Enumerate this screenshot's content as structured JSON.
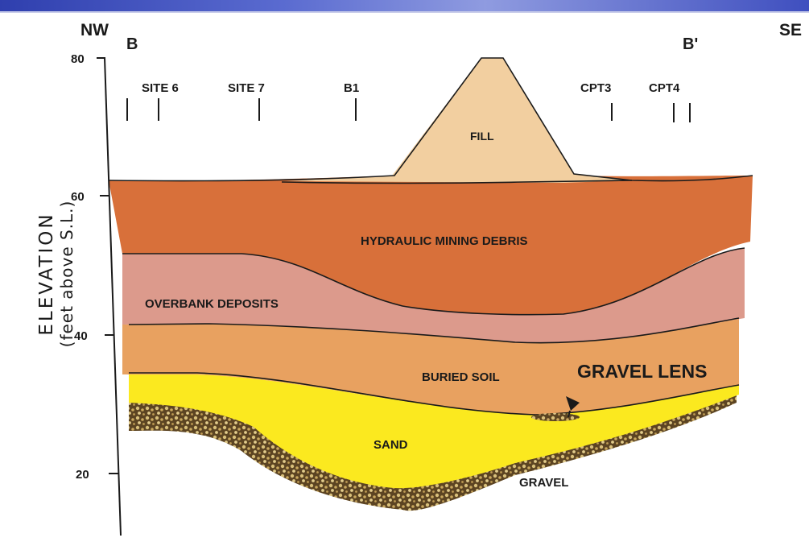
{
  "orientation": {
    "left": "NW",
    "right": "SE"
  },
  "section_ends": {
    "start": "B",
    "end": "B'"
  },
  "y_axis": {
    "title_line1": "ELEVATION",
    "title_line2": "(feet above S.L.)",
    "ticks": [
      "80",
      "60",
      "40",
      "20"
    ]
  },
  "borings": [
    "SITE 6",
    "SITE 7",
    "B1",
    "CPT3",
    "CPT4"
  ],
  "layers": {
    "fill": "FILL",
    "hydraulic": "HYDRAULIC MINING DEBRIS",
    "overbank": "OVERBANK DEPOSITS",
    "buried_soil": "BURIED SOIL",
    "gravel_lens": "GRAVEL LENS",
    "sand": "SAND",
    "gravel": "GRAVEL"
  },
  "colors": {
    "fill": "#f2cfa0",
    "hydraulic": "#d8703a",
    "overbank": "#dc9a8c",
    "buried_soil": "#e8a160",
    "sand": "#fbe91f",
    "gravel": "#8a6c35",
    "header_bar": "#3f4fbf"
  }
}
